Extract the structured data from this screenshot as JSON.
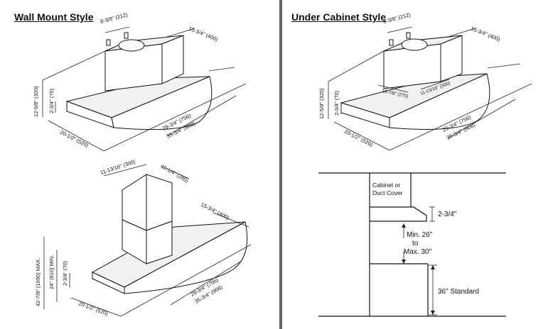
{
  "headings": {
    "wall": "Wall Mount Style",
    "under": "Under Cabinet Style"
  },
  "wall_top": {
    "width_top": "8-3/8\" (212)",
    "depth": "15-3/4\" (400)",
    "height_total": "12-5/8\" (320)",
    "height_body": "2-3/4\" (70)",
    "side": "20-1/2\" (520)",
    "front_short": "29-3/4\" (756)",
    "front_long": "35-3/4\" (908)"
  },
  "wall_bottom": {
    "chimney_w": "11-13/16\" (300)",
    "chimney_d": "11-1/4\" (285)",
    "depth": "15-3/4\" (400)",
    "max_h": "42-7/8\" (1090) MAX.",
    "min_h": "24\" (610) MIN.",
    "body_h": "2-3/4\" (70)",
    "side": "20-1/2\" (520)",
    "front_short": "29-3/4\" (756)",
    "front_long": "35-3/4\" (908)"
  },
  "under_top": {
    "width_top": "8-3/8\" (212)",
    "depth": "15-3/4\" (400)",
    "height_total": "12-5/8\" (320)",
    "height_body": "2-3/4\" (70)",
    "side": "20-1/2\" (520)",
    "inner_a": "10-7/8\" (275)",
    "inner_b": "11-13/16\" (300)",
    "front_short": "29-3/4\" (756)",
    "front_long": "35-3/4\" (908)"
  },
  "install": {
    "cabinet_label_1": "Cabinet or",
    "cabinet_label_2": "Duct Cover",
    "hood_h": "2-3/4\"",
    "gap_1": "Min. 26\"",
    "gap_2": "to",
    "gap_3": "Max. 30\"",
    "counter": "36\" Standard"
  }
}
